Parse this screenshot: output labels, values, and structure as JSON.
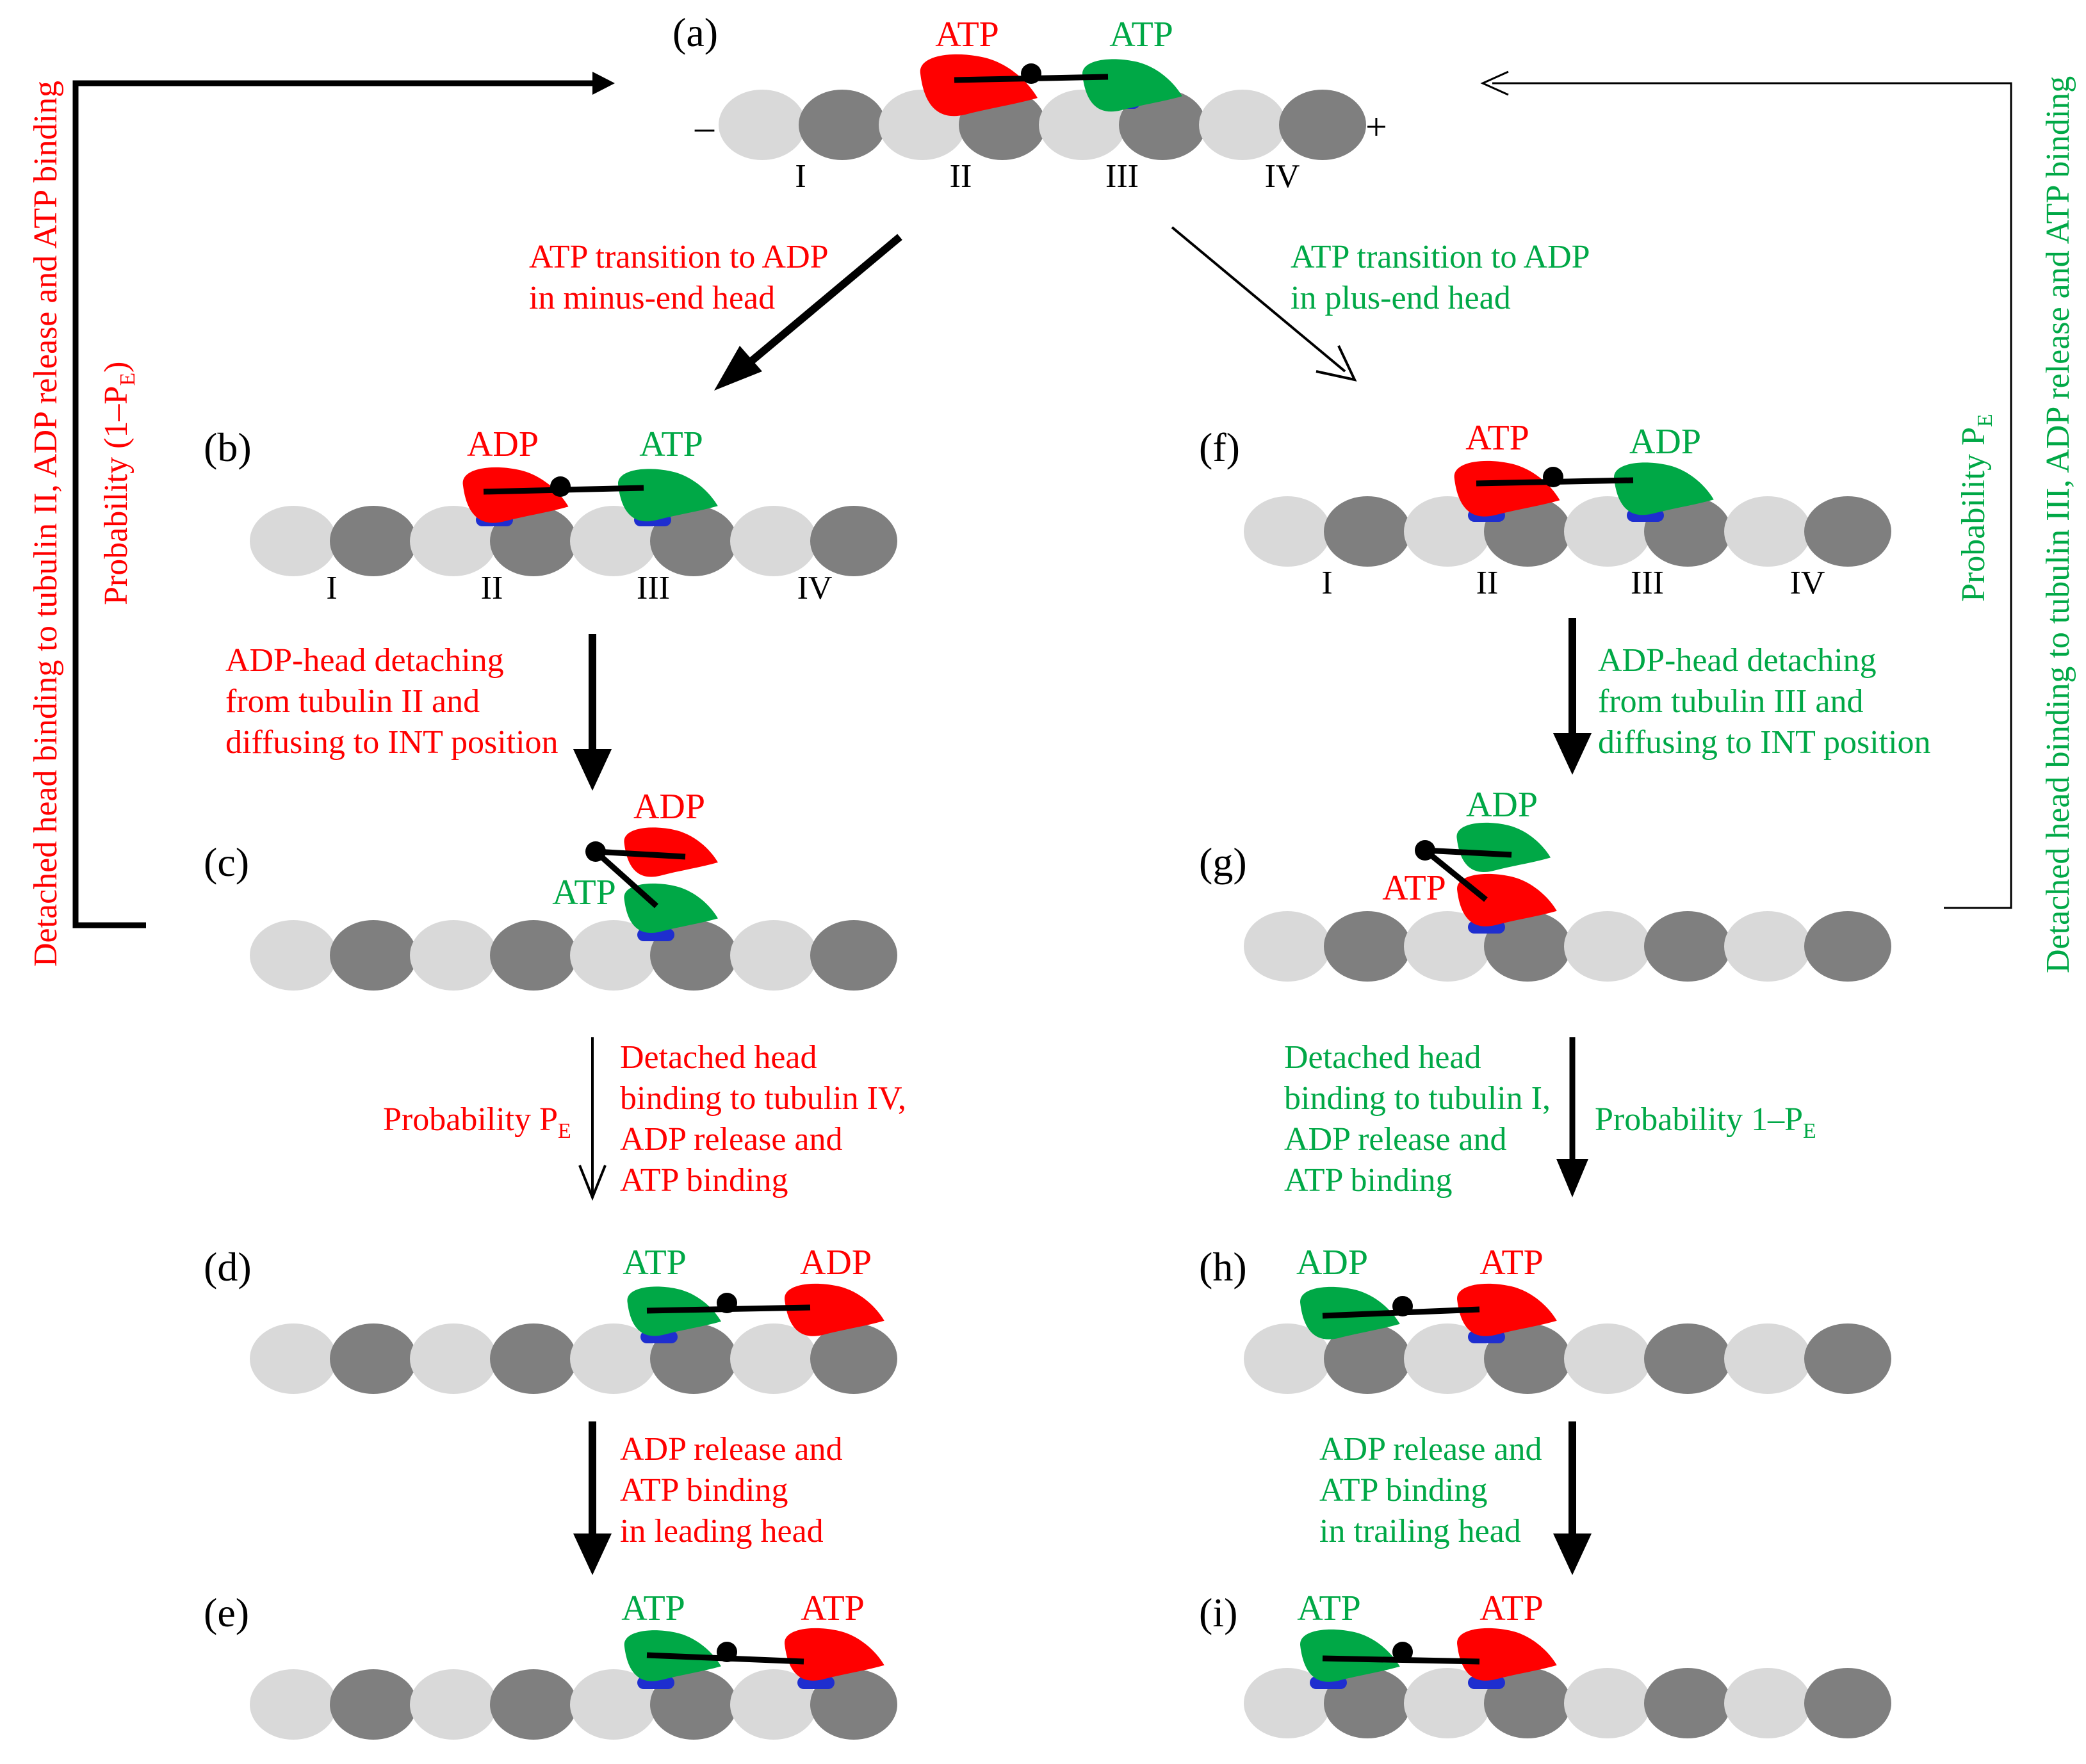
{
  "colors": {
    "red_head": "#ff0000",
    "green_head": "#00a846",
    "binding_site": "#1e2ecf",
    "tubulin_light": "#d9d9d9",
    "tubulin_dark": "#7f7f7f"
  },
  "panels": {
    "a": {
      "label": "(a)",
      "red_nuc": "ATP",
      "green_nuc": "ATP"
    },
    "b": {
      "label": "(b)",
      "red_nuc": "ADP",
      "green_nuc": "ATP"
    },
    "c": {
      "label": "(c)",
      "red_nuc": "ADP",
      "green_nuc": "ATP"
    },
    "d": {
      "label": "(d)",
      "red_nuc": "ADP",
      "green_nuc": "ATP"
    },
    "e": {
      "label": "(e)",
      "red_nuc": "ATP",
      "green_nuc": "ATP"
    },
    "f": {
      "label": "(f)",
      "red_nuc": "ATP",
      "green_nuc": "ADP"
    },
    "g": {
      "label": "(g)",
      "red_nuc": "ATP",
      "green_nuc": "ADP"
    },
    "h": {
      "label": "(h)",
      "red_nuc": "ATP",
      "green_nuc": "ADP"
    },
    "i": {
      "label": "(i)",
      "red_nuc": "ATP",
      "green_nuc": "ATP"
    }
  },
  "tubulin_labels": [
    "I",
    "II",
    "III",
    "IV"
  ],
  "ends": {
    "minus": "–",
    "plus": "+"
  },
  "transitions": {
    "a_to_b": [
      "ATP transition to ADP",
      "in minus-end head"
    ],
    "a_to_f": [
      "ATP transition to ADP",
      "in plus-end head"
    ],
    "b_to_c": [
      "ADP-head detaching",
      "from tubulin II and",
      "diffusing to INT position"
    ],
    "f_to_g": [
      "ADP-head detaching",
      "from tubulin III and",
      "diffusing to INT position"
    ],
    "c_to_d": [
      "Detached head",
      "binding to tubulin IV,",
      "ADP release and",
      "ATP binding"
    ],
    "c_to_d_prob": "Probability P",
    "c_to_d_prob_sub": "E",
    "g_to_h": [
      "Detached head",
      "binding to tubulin I,",
      "ADP release and",
      "ATP binding"
    ],
    "g_to_h_prob": "Probability 1–P",
    "g_to_h_prob_sub": "E",
    "d_to_e": [
      "ADP release and",
      "ATP binding",
      "in leading head"
    ],
    "h_to_i": [
      "ADP release and",
      "ATP binding",
      "in trailing head"
    ],
    "left_loop": "Detached head binding to tubulin II, ADP release and ATP binding",
    "left_loop_prob": "Probability (1–P",
    "left_loop_prob_sub": "E",
    "left_loop_prob_end": ")",
    "right_loop": "Detached head binding to tubulin III, ADP release and ATP binding",
    "right_loop_prob": "Probability P",
    "right_loop_prob_sub": "E"
  }
}
